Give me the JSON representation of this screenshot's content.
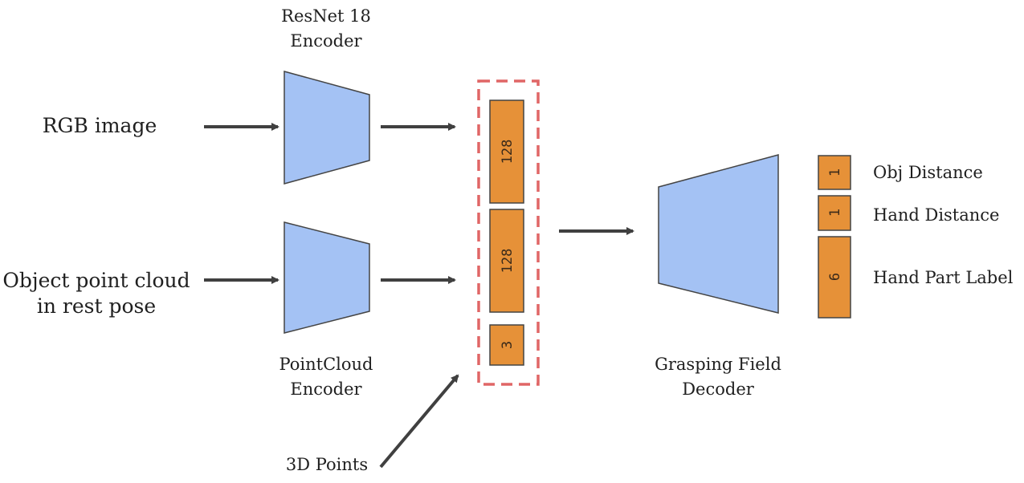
{
  "inputs": {
    "rgb_label": "RGB image",
    "pc_label_line1": "Object point cloud",
    "pc_label_line2": "in rest pose",
    "points_label": "3D Points"
  },
  "encoders": {
    "resnet_line1": "ResNet 18",
    "resnet_line2": "Encoder",
    "pointcloud_line1": "PointCloud",
    "pointcloud_line2": "Encoder"
  },
  "feature_vector": {
    "image_feat_dim": "128",
    "pc_feat_dim": "128",
    "point_dim": "3"
  },
  "decoder": {
    "line1": "Grasping Field",
    "line2": "Decoder"
  },
  "outputs": {
    "obj_distance_dim": "1",
    "obj_distance_label": "Obj Distance",
    "hand_distance_dim": "1",
    "hand_distance_label": "Hand Distance",
    "hand_part_dim": "6",
    "hand_part_label": "Hand Part Label"
  },
  "colors": {
    "encoder_fill": "#a4c2f4",
    "feature_fill": "#e69138",
    "dashed_border": "#e06666",
    "arrow": "#404040"
  }
}
